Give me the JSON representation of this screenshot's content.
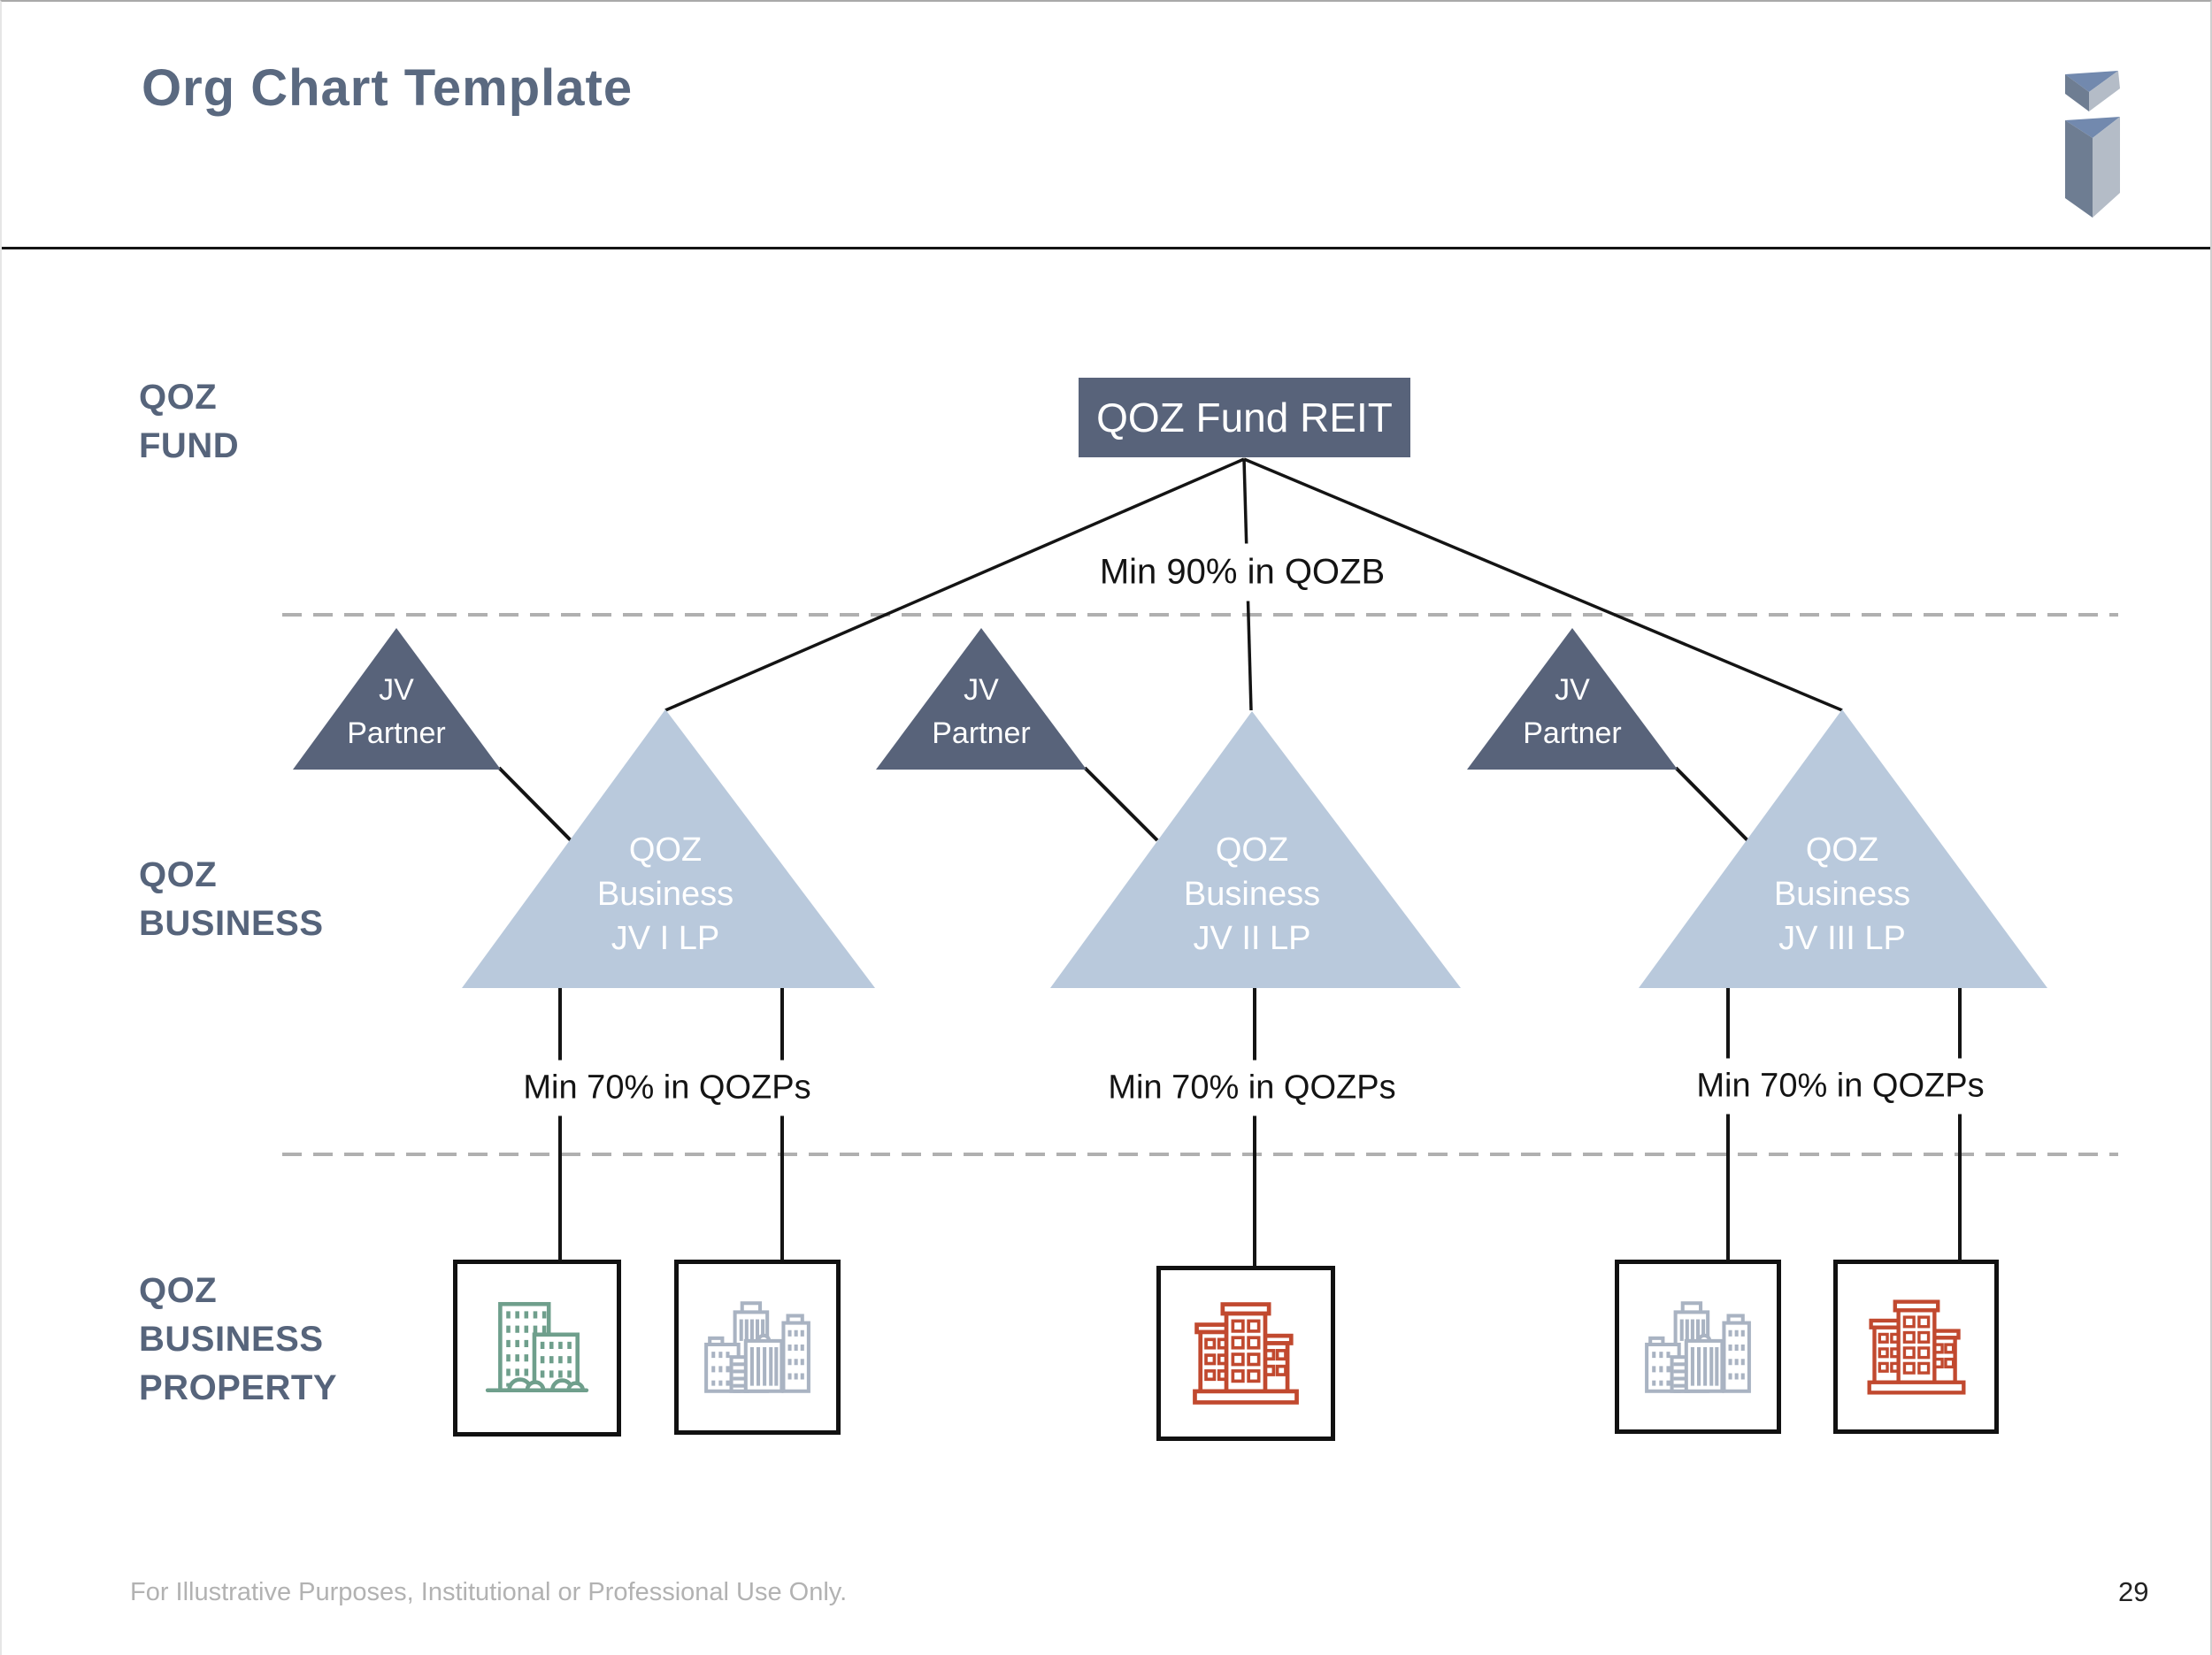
{
  "page": {
    "title": "Org Chart Template",
    "footer": "For Illustrative Purposes, Institutional or Professional Use Only.",
    "page_number": "29"
  },
  "colors": {
    "slate": "#58637A",
    "light_blue": "#B9C9DC",
    "label_text": "#56647B",
    "title_text": "#5A6980",
    "line_black": "#141414",
    "dash_gray": "#B0B0B0",
    "footer_gray": "#B2B2B2",
    "icon_green": "#6F9F8C",
    "icon_gray": "#A9B3C2",
    "icon_red": "#C1492F",
    "logo_blue": "#7289AE",
    "logo_dark": "#6E7D92",
    "logo_light": "#B4BCC7"
  },
  "rows": {
    "fund": {
      "label_lines": [
        "QOZ",
        "FUND"
      ]
    },
    "business": {
      "label_lines": [
        "QOZ",
        "BUSINESS"
      ]
    },
    "property": {
      "label_lines": [
        "QOZ",
        "BUSINESS",
        "PROPERTY"
      ]
    }
  },
  "fund": {
    "box_label": "QOZ Fund REIT",
    "ownership_note": "Min 90% in QOZB"
  },
  "jv_partner": {
    "label_lines": [
      "JV",
      "Partner"
    ]
  },
  "businesses": [
    {
      "name_lines": [
        "QOZ",
        "Business",
        "JV I LP"
      ],
      "ownership_note": "Min 70% in QOZPs"
    },
    {
      "name_lines": [
        "QOZ",
        "Business",
        "JV II LP"
      ],
      "ownership_note": "Min 70% in QOZPs"
    },
    {
      "name_lines": [
        "QOZ",
        "Business",
        "JV III LP"
      ],
      "ownership_note": "Min 70% in QOZPs"
    }
  ],
  "properties": [
    {
      "icon": "green-buildings-icon"
    },
    {
      "icon": "gray-city-icon"
    },
    {
      "icon": "red-apartment-icon"
    },
    {
      "icon": "gray-city-icon"
    },
    {
      "icon": "red-apartment-icon"
    }
  ]
}
